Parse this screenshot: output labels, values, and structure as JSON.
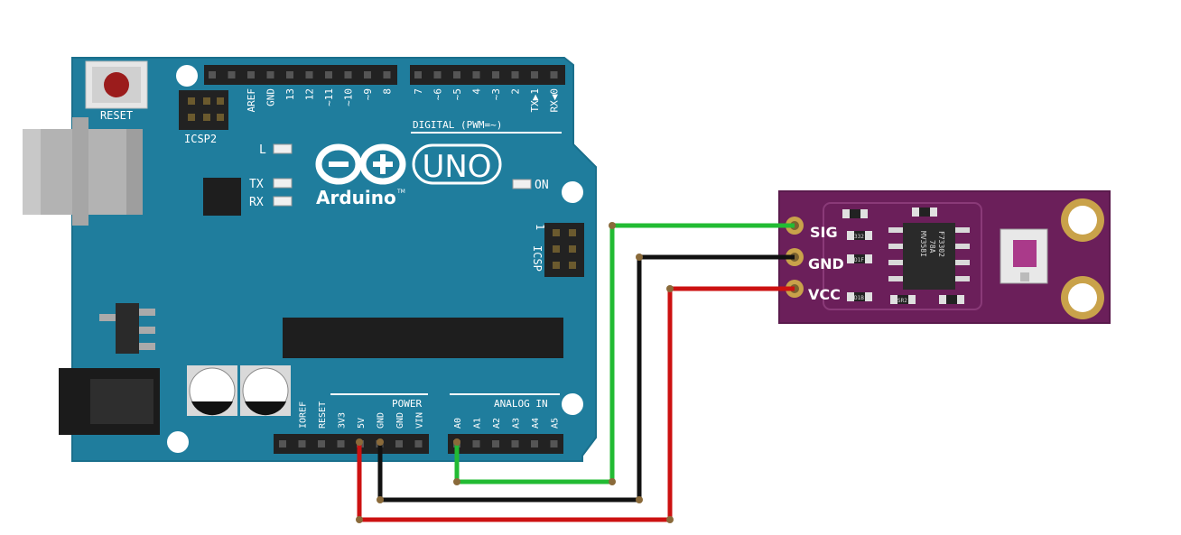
{
  "arduino": {
    "reset_label": "RESET",
    "icsp2_label": "ICSP2",
    "icsp_label": "ICSP",
    "icsp_pin1": "1",
    "led_l": "L",
    "led_tx": "TX",
    "led_rx": "RX",
    "led_on": "ON",
    "logo_brand": "Arduino",
    "logo_tm": "TM",
    "logo_model": "UNO",
    "digital_header": "DIGITAL (PWM=~)",
    "digital_pins": [
      "AREF",
      "GND",
      "13",
      "12",
      "~11",
      "~10",
      "~9",
      "8",
      "7",
      "~6",
      "~5",
      "4",
      "~3",
      "2",
      "TX▶1",
      "RX◀0"
    ],
    "power_header": "POWER",
    "power_pins": [
      "IOREF",
      "RESET",
      "3V3",
      "5V",
      "GND",
      "GND",
      "VIN"
    ],
    "analog_header": "ANALOG IN",
    "analog_pins": [
      "A0",
      "A1",
      "A2",
      "A3",
      "A4",
      "A5"
    ]
  },
  "sensor": {
    "pins": [
      "SIG",
      "GND",
      "VCC"
    ],
    "opamp_text": [
      "MV358I",
      "78A",
      "F73302"
    ],
    "smd_labels": [
      "332",
      "D1F",
      "D1B",
      "SR2"
    ]
  },
  "colors": {
    "board": "#1f7d9d",
    "sensor_board": "#6b1f5a",
    "wire_signal": "#22bb33",
    "wire_ground": "#111111",
    "wire_power": "#cc1111"
  }
}
